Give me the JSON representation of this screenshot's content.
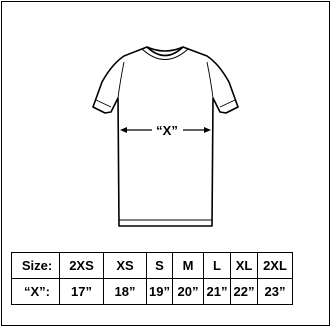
{
  "diagram": {
    "measure_label": "“X”"
  },
  "size_chart": {
    "header_label": "Size:",
    "sizes": [
      "2XS",
      "XS",
      "S",
      "M",
      "L",
      "XL",
      "2XL"
    ],
    "measure_label": "“X”:",
    "measurements": [
      "17”",
      "18”",
      "19”",
      "20”",
      "21”",
      "22”",
      "23”"
    ]
  }
}
